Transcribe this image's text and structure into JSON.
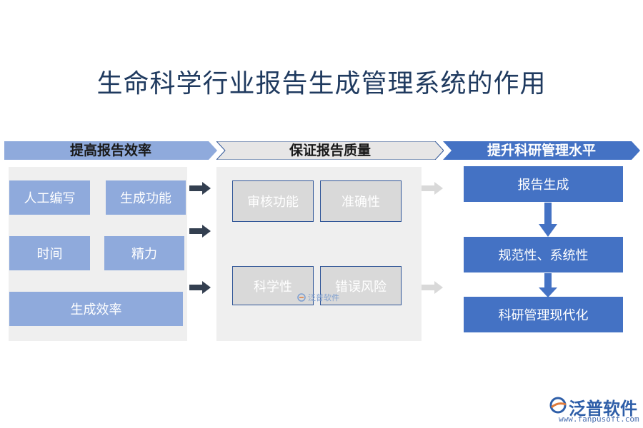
{
  "title": "生命科学行业报告生成管理系统的作用",
  "columns": [
    {
      "header": "提高报告效率",
      "items": [
        "人工编写",
        "生成功能",
        "时间",
        "精力",
        "生成效率"
      ]
    },
    {
      "header": "保证报告质量",
      "items": [
        "审核功能",
        "准确性",
        "科学性",
        "错误风险"
      ]
    },
    {
      "header": "提升科研管理水平",
      "items": [
        "报告生成",
        "规范性、系统性",
        "科研管理现代化"
      ]
    }
  ],
  "watermark": "泛普软件",
  "logo": {
    "name": "泛普软件",
    "url": "www.fanpusoft.com"
  },
  "colors": {
    "banner1": "#8faadc",
    "banner2": "#e7e6e6",
    "banner3": "#4472c4",
    "box_light": "#8faadc",
    "box_ghost": "#d9d9d9",
    "box_solid": "#4472c4",
    "arrow_dark": "#333f50",
    "arrow_light": "#d9d9d9"
  }
}
